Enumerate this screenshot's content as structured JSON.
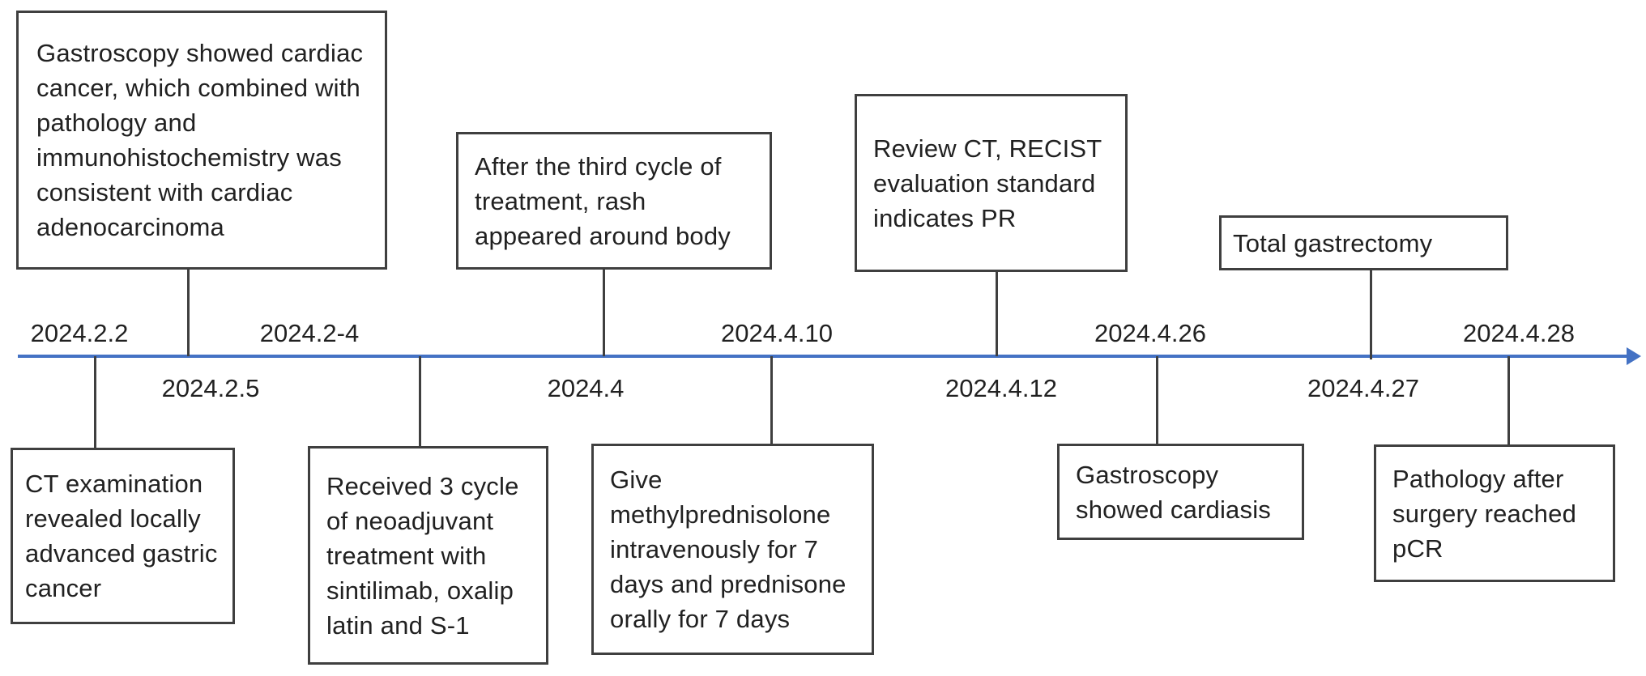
{
  "diagram": {
    "type": "timeline",
    "orientation": "horizontal",
    "axis": {
      "color": "#4472C4",
      "arrow_direction": "right"
    },
    "colors": {
      "axis": "#4472C4",
      "box_border": "#3f3f3f",
      "connector": "#3f3f3f",
      "text": "#212121",
      "background": "#ffffff"
    },
    "events": [
      {
        "date": "2024.2.2",
        "date_side": "above",
        "box_side": "below",
        "text": "CT examination revealed locally advanced gastric cancer"
      },
      {
        "date": "2024.2.5",
        "date_side": "below",
        "box_side": "above",
        "text": "Gastroscopy showed cardiac cancer, which combined with pathology and immunohistochemistry was consistent with cardiac adenocarcinoma"
      },
      {
        "date": "2024.2-4",
        "date_side": "above",
        "box_side": "below",
        "text": "Received 3 cycle of neoadjuvant treatment with sintilimab, oxalip latin and S-1"
      },
      {
        "date": "2024.4",
        "date_side": "below",
        "box_side": "above",
        "text": "After the third cycle of treatment, rash appeared around body"
      },
      {
        "date": "2024.4.10",
        "date_side": "above",
        "box_side": "below",
        "text": "Give methylprednisolone intravenously for 7 days and prednisone orally for 7 days"
      },
      {
        "date": "2024.4.12",
        "date_side": "below",
        "box_side": "above",
        "text": "Review CT, RECIST evaluation standard indicates PR"
      },
      {
        "date": "2024.4.26",
        "date_side": "above",
        "box_side": "below",
        "text": "Gastroscopy showed cardiasis"
      },
      {
        "date": "2024.4.27",
        "date_side": "below",
        "box_side": "above",
        "text": "Total gastrectomy"
      },
      {
        "date": "2024.4.28",
        "date_side": "above",
        "box_side": "below",
        "text": "Pathology after surgery reached pCR"
      }
    ]
  }
}
